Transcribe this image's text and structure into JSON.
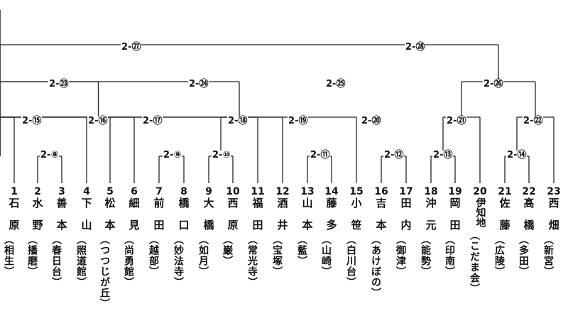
{
  "matches": [
    {
      "label": "2-",
      "circled": "⑮"
    },
    {
      "label": "2-",
      "circled": "⑯"
    },
    {
      "label": "2-",
      "circled": "⑧"
    },
    {
      "label": "2-",
      "circled": "⑰"
    },
    {
      "label": "2-",
      "circled": "⑨"
    },
    {
      "label": "2-",
      "circled": "⑩"
    },
    {
      "label": "2-",
      "circled": "⑱"
    },
    {
      "label": "2-",
      "circled": "⑲"
    },
    {
      "label": "2-",
      "circled": "⑪"
    },
    {
      "label": "2-",
      "circled": "⑳"
    },
    {
      "label": "2-",
      "circled": "⑫"
    },
    {
      "label": "2-",
      "circled": "⑬"
    },
    {
      "label": "2-",
      "circled": "㉑"
    },
    {
      "label": "2-",
      "circled": "⑭"
    },
    {
      "label": "2-",
      "circled": "㉒"
    },
    {
      "label": "2-",
      "circled": "㉓"
    },
    {
      "label": "2-",
      "circled": "㉔"
    },
    {
      "label": "2-",
      "circled": "㉕"
    },
    {
      "label": "2-",
      "circled": "㉖"
    },
    {
      "label": "2-",
      "circled": "㉗"
    },
    {
      "label": "2-",
      "circled": "㉘"
    }
  ],
  "players": [
    {
      "num": "1",
      "name": [
        "石",
        "原"
      ],
      "school": "（相生）"
    },
    {
      "num": "2",
      "name": [
        "水",
        "野"
      ],
      "school": "（播磨）"
    },
    {
      "num": "3",
      "name": [
        "善",
        "本"
      ],
      "school": "（春日台）"
    },
    {
      "num": "4",
      "name": [
        "下",
        "山"
      ],
      "school": "（照道館）"
    },
    {
      "num": "5",
      "name": [
        "松",
        "本"
      ],
      "school": "（つつじが丘）"
    },
    {
      "num": "6",
      "name": [
        "細",
        "見"
      ],
      "school": "（尚勇館）"
    },
    {
      "num": "7",
      "name": [
        "前",
        "田"
      ],
      "school": "（越部）"
    },
    {
      "num": "8",
      "name": [
        "橋",
        "口"
      ],
      "school": "（妙法寺）"
    },
    {
      "num": "9",
      "name": [
        "大",
        "橋"
      ],
      "school": "（如月）"
    },
    {
      "num": "10",
      "name": [
        "西",
        "原"
      ],
      "school": "（巌）"
    },
    {
      "num": "11",
      "name": [
        "福",
        "田"
      ],
      "school": "（常光寺）"
    },
    {
      "num": "12",
      "name": [
        "酒",
        "井"
      ],
      "school": "（宝塚）"
    },
    {
      "num": "13",
      "name": [
        "山",
        "本"
      ],
      "school": "（藍）"
    },
    {
      "num": "14",
      "name": [
        "藤",
        "多"
      ],
      "school": "（山崎）"
    },
    {
      "num": "15",
      "name": [
        "小",
        "笹"
      ],
      "school": "（白川台）"
    },
    {
      "num": "16",
      "name": [
        "吉",
        "本"
      ],
      "school": "（あけぼの）"
    },
    {
      "num": "17",
      "name": [
        "田",
        "内"
      ],
      "school": "（御津）"
    },
    {
      "num": "18",
      "name": [
        "沖",
        "元"
      ],
      "school": "（能勢）"
    },
    {
      "num": "19",
      "name": [
        "岡",
        "田"
      ],
      "school": "（印南）"
    },
    {
      "num": "20",
      "name": [
        "伊知地"
      ],
      "school": "（こだま会）"
    },
    {
      "num": "21",
      "name": [
        "佐",
        "藤"
      ],
      "school": "（広陵）"
    },
    {
      "num": "22",
      "name": [
        "髙",
        "橋"
      ],
      "school": "（多田）"
    },
    {
      "num": "23",
      "name": [
        "西",
        "畑"
      ],
      "school": "（新宮）"
    }
  ]
}
